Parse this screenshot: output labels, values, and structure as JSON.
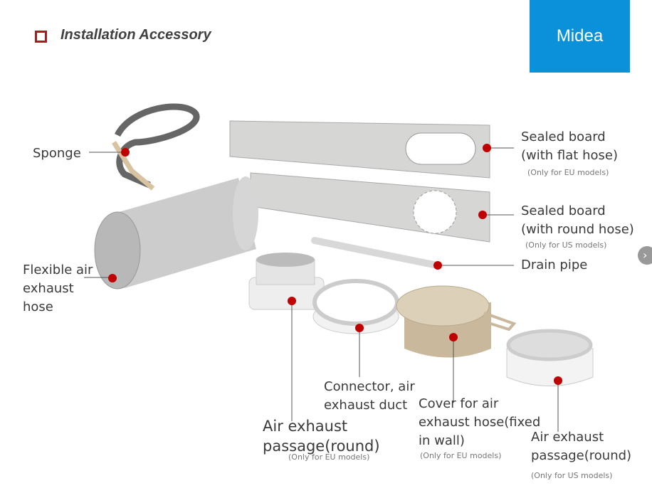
{
  "header": {
    "title": "Installation Accessory",
    "logo_text": "Midea"
  },
  "colors": {
    "accent_red": "#c00000",
    "logo_blue": "#0a91da"
  },
  "labels": {
    "sponge": "Sponge",
    "hose": [
      "Flexible air",
      "exhaust",
      "hose"
    ],
    "board_flat": [
      "Sealed board",
      "(with flat hose)"
    ],
    "board_flat_note": "(Only for EU models)",
    "board_round": [
      "Sealed board",
      "(with round hose)"
    ],
    "board_round_note": "(Only for US models)",
    "drain": "Drain pipe",
    "connector": [
      "Connector, air",
      "exhaust duct"
    ],
    "passage_eu": [
      "Air exhaust",
      "passage(round)"
    ],
    "passage_eu_note": "(Only for EU models)",
    "cover": [
      "Cover for air",
      "exhaust hose(fixed",
      "in wall)"
    ],
    "cover_note": "(Only for EU models)",
    "passage_us": [
      "Air exhaust",
      "passage(round)"
    ],
    "passage_us_note": "(Only for US models)"
  },
  "nav": {
    "next_icon": "chevron-right-icon",
    "next_glyph": "›"
  }
}
